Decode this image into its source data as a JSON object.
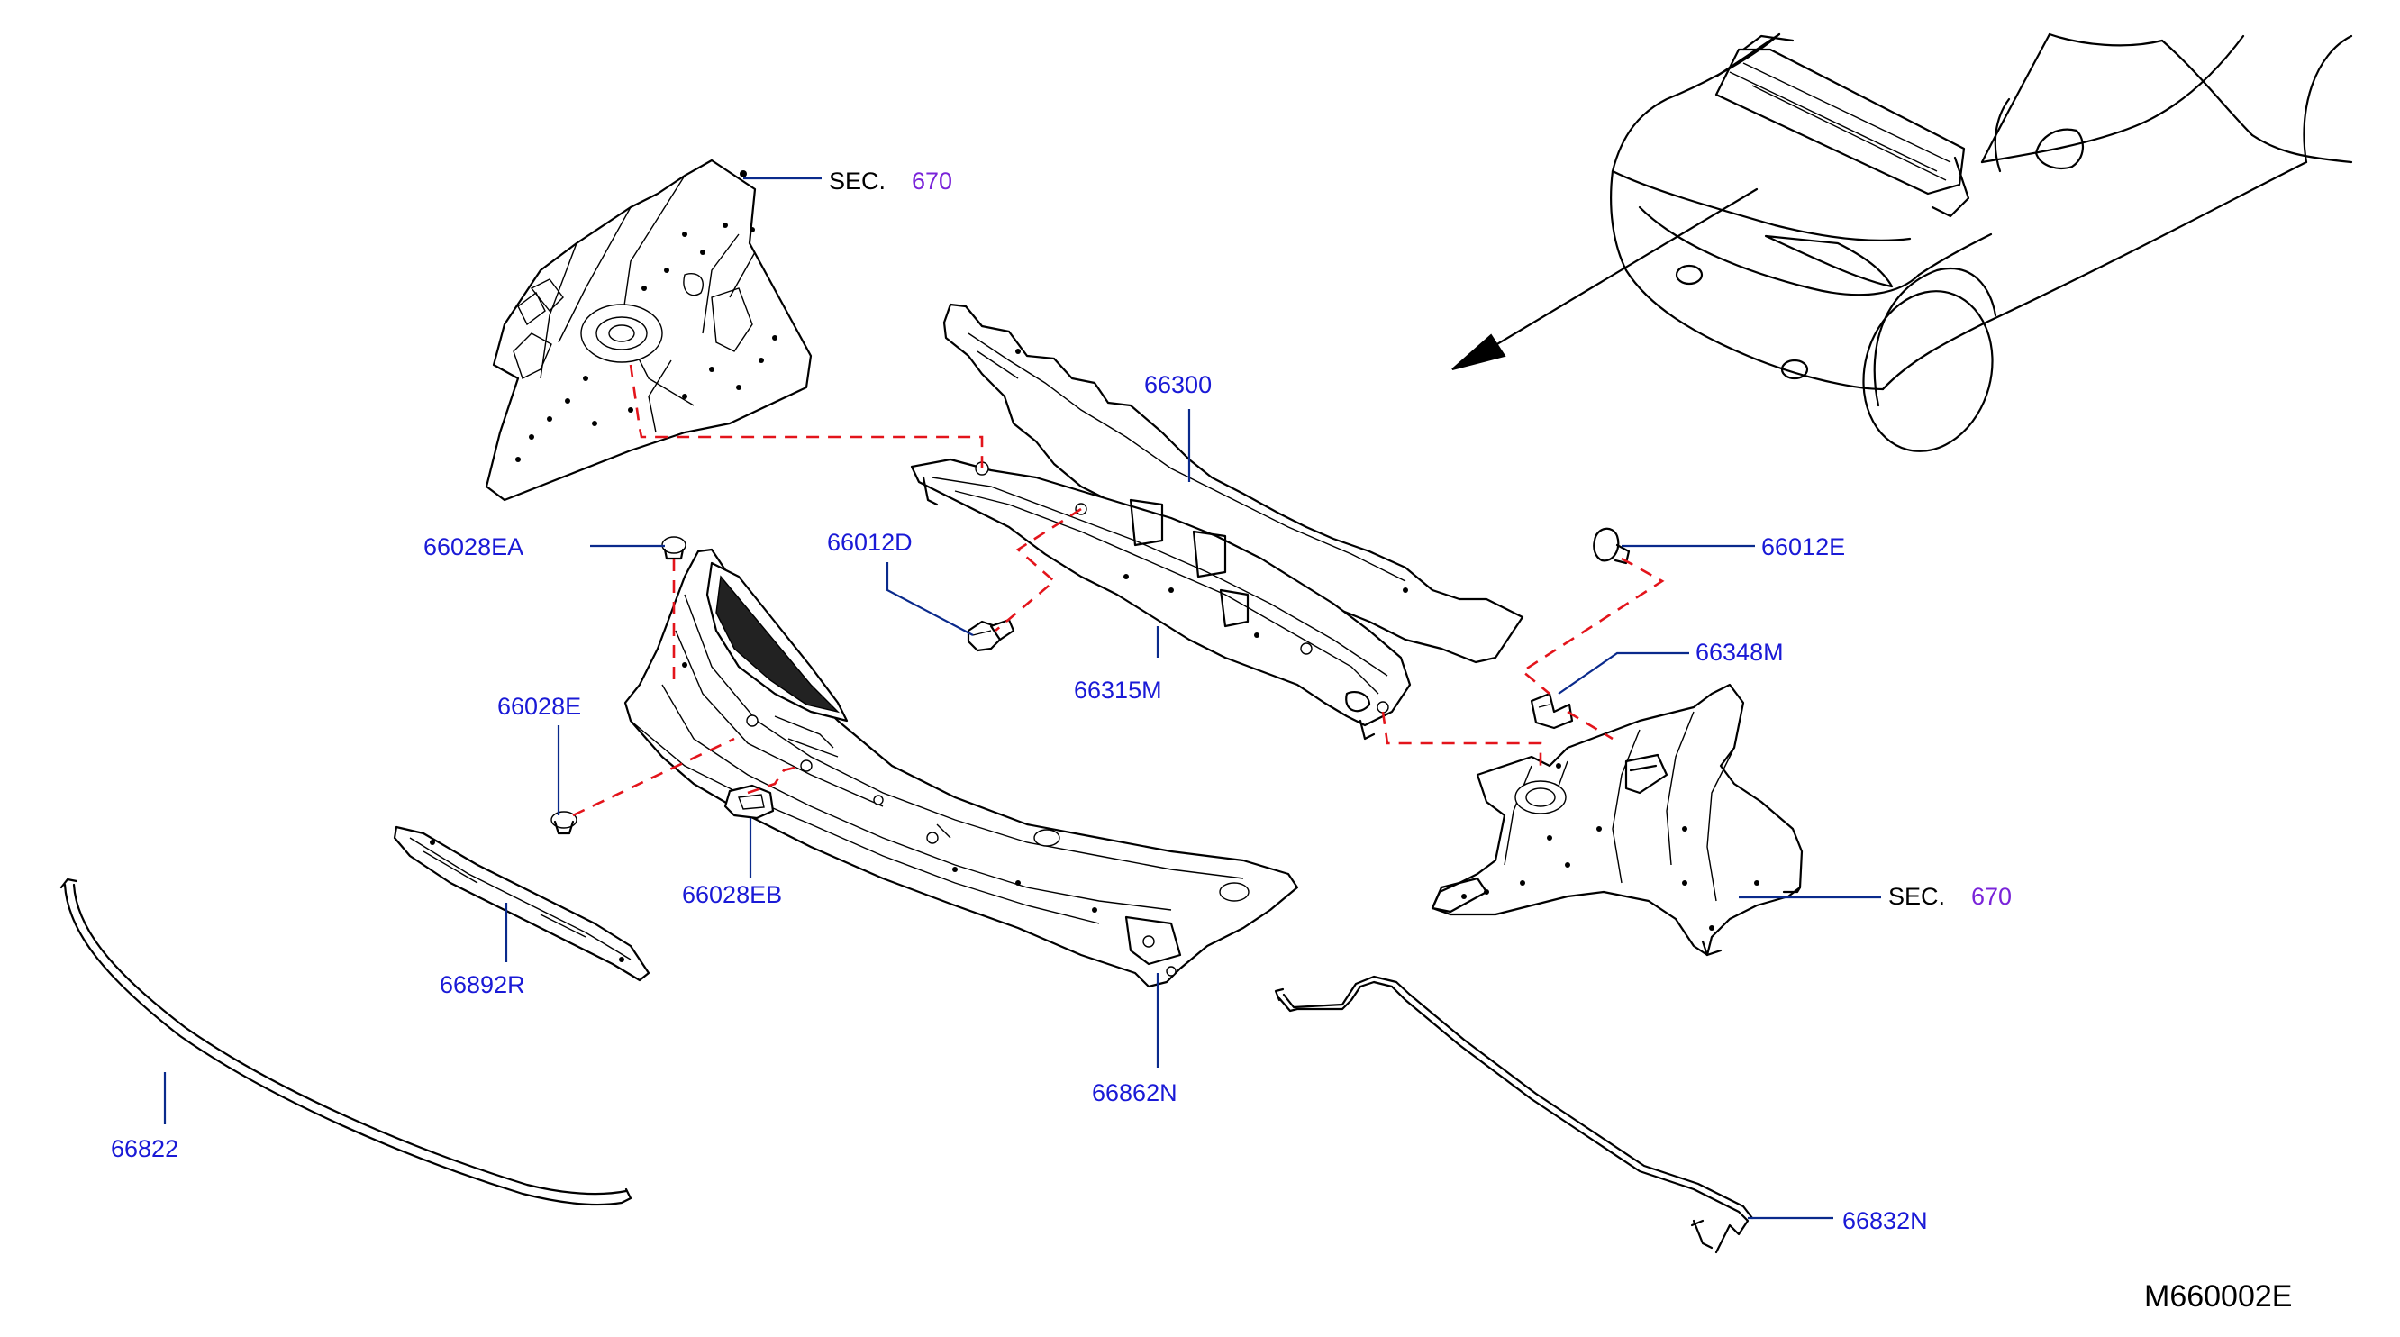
{
  "labels": {
    "p66300": "66300",
    "p66315M": "66315M",
    "p66012D": "66012D",
    "p66012E": "66012E",
    "p66028EA": "66028EA",
    "p66028E": "66028E",
    "p66028EB": "66028EB",
    "p66348M": "66348M",
    "p66892R": "66892R",
    "p66862N": "66862N",
    "p66822": "66822",
    "p66832N": "66832N"
  },
  "section_refs": [
    {
      "prefix": "SEC.",
      "number": "670"
    },
    {
      "prefix": "SEC.",
      "number": "670"
    }
  ],
  "diagram_code": "M660002E",
  "colors": {
    "part_label": "#1a1ad6",
    "section_number": "#7a24d9",
    "leader_line": "#0a2a8c",
    "connection_dash": "#e3141b",
    "outline": "#000000"
  }
}
